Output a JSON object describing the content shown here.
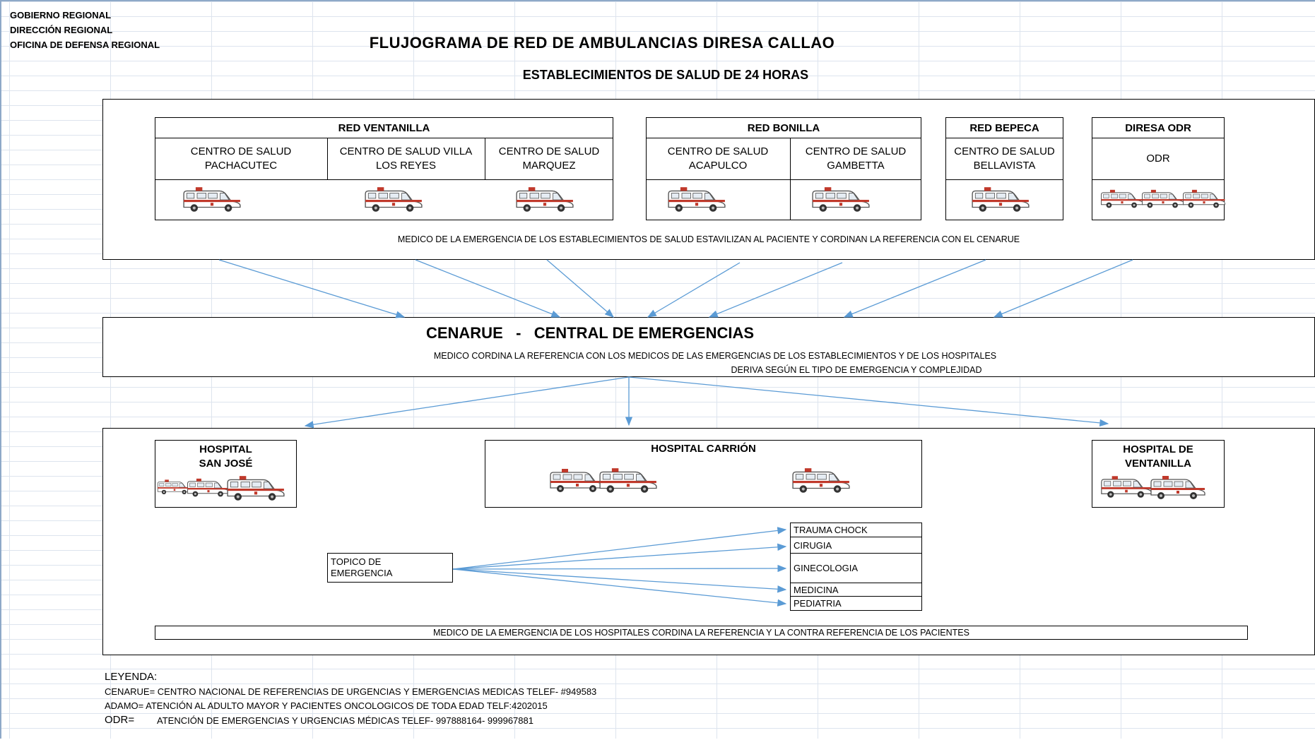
{
  "header": {
    "line1": "GOBIERNO REGIONAL",
    "line2": "DIRECCIÓN REGIONAL",
    "line3": "OFICINA DE DEFENSA REGIONAL"
  },
  "title": "FLUJOGRAMA DE RED DE AMBULANCIAS DIRESA CALLAO",
  "subtitle": "ESTABLECIMIENTOS DE SALUD DE 24 HORAS",
  "networks": [
    {
      "name": "RED VENTANILLA",
      "centers": [
        "CENTRO DE SALUD PACHACUTEC",
        "CENTRO DE SALUD VILLA LOS REYES",
        "CENTRO DE SALUD MARQUEZ"
      ]
    },
    {
      "name": "RED BONILLA",
      "centers": [
        "CENTRO DE SALUD ACAPULCO",
        "CENTRO DE SALUD GAMBETTA"
      ]
    },
    {
      "name": "RED BEPECA",
      "centers": [
        "CENTRO DE SALUD BELLAVISTA"
      ]
    },
    {
      "name": "DIRESA ODR",
      "centers": [
        "ODR"
      ]
    }
  ],
  "establishments_note": "MEDICO  DE LA EMERGENCIA DE LOS ESTABLECIMIENTOS DE SALUD ESTAVILIZAN AL PACIENTE Y CORDINAN LA REFERENCIA CON EL CENARUE",
  "cenarue": {
    "title": "CENARUE   -   CENTRAL DE EMERGENCIAS",
    "line1": "MEDICO   CORDINA LA REFERENCIA CON LOS MEDICOS DE LAS EMERGENCIAS DE LOS ESTABLECIMIENTOS Y DE LOS HOSPITALES",
    "line2": "DERIVA SEGÚN  EL TIPO DE EMERGENCIA Y COMPLEJIDAD"
  },
  "hospitals": {
    "san_jose": "HOSPITAL\nSAN JOSÉ",
    "carrion": "HOSPITAL CARRIÓN",
    "ventanilla": "HOSPITAL DE\nVENTANILLA"
  },
  "topico": "TOPICO DE\nEMERGENCIA",
  "specialties": [
    "TRAUMA CHOCK",
    "CIRUGIA",
    "GINECOLOGIA",
    "MEDICINA",
    "PEDIATRIA"
  ],
  "hospitals_note": "MEDICO DE LA EMERGENCIA DE LOS HOSPITALES CORDINA LA REFERENCIA Y LA CONTRA REFERENCIA DE LOS PACIENTES",
  "legend": {
    "title": "LEYENDA:",
    "items": [
      "CENARUE= CENTRO NACIONAL DE REFERENCIAS DE URGENCIAS Y EMERGENCIAS MEDICAS  TELEF-  #949583",
      "ADAMO= ATENCIÓN AL ADULTO MAYOR Y PACIENTES ONCOLOGICOS  DE TODA EDAD TELF:4202015"
    ],
    "odr_label": "ODR=",
    "odr_text": "ATENCIÓN DE EMERGENCIAS Y URGENCIAS MÉDICAS TELEF- 997888164- 999967881"
  },
  "colors": {
    "arrow": "#5b9bd5",
    "ambulance_stripe": "#c0392b",
    "grid": "#dde4ee"
  },
  "icons": [
    "ambulance-icon"
  ]
}
